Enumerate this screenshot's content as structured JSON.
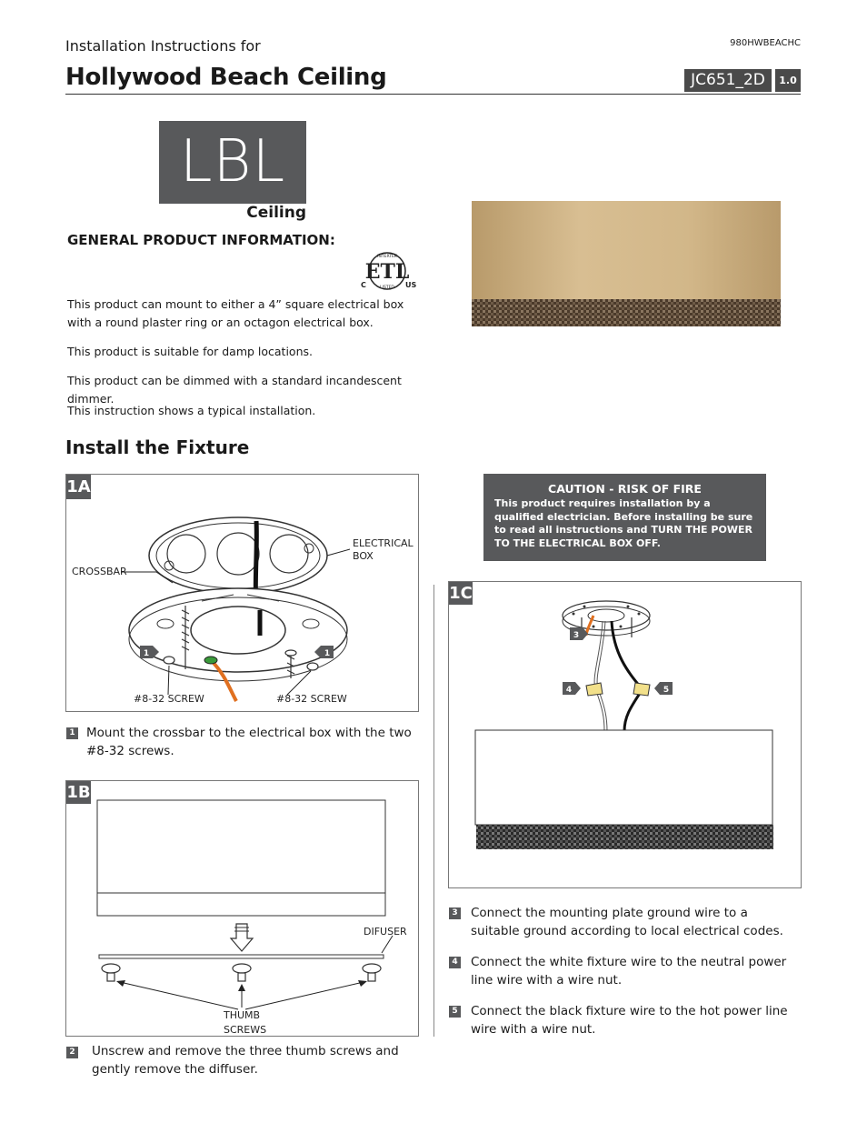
{
  "header": {
    "subtitle": "Installation Instructions for",
    "doc_id": "980HWBEACHC",
    "title": "Hollywood Beach Ceiling",
    "model": "JC651_2D",
    "version": "1.0"
  },
  "logo": {
    "text": "LBL",
    "sub": "Ceiling"
  },
  "general": {
    "heading": "GENERAL PRODUCT INFORMATION:",
    "etl_mark": {
      "top": "INTERTEK",
      "bottom": "LISTED",
      "left": "C",
      "right": "US"
    },
    "paragraphs": [
      "This product can mount to either a 4” square electrical box with a round plaster ring or an octagon electrical box.",
      "This product is suitable for damp locations.",
      "This product can be dimmed with a standard incandescent dimmer.",
      "This instruction shows a typical installation."
    ]
  },
  "section_title": "Install the Fixture",
  "caution": {
    "heading": "CAUTION - RISK OF FIRE",
    "body_part1": "This product requires installation by a qualified electrician. Before installing be sure to read all instructions and",
    "body_part2": "TURN THE POWER TO THE ELECTRICAL BOX OFF."
  },
  "panel_1a": {
    "badge": "1A",
    "labels": {
      "electrical_box_1": "ELECTRICAL",
      "electrical_box_2": "BOX",
      "crossbar": "CROSSBAR",
      "screw_left": "#8-32 SCREW",
      "screw_right": "#8-32 SCREW",
      "callout": "1"
    }
  },
  "panel_1b": {
    "badge": "1B",
    "labels": {
      "diffuser": "DIFUSER",
      "thumb_1": "THUMB",
      "thumb_2": "SCREWS"
    }
  },
  "panel_1c": {
    "badge": "1C",
    "callouts": [
      "3",
      "4",
      "5"
    ]
  },
  "steps": {
    "s1": {
      "num": "1",
      "text": "Mount the crossbar to the electrical box with the two #8-32 screws."
    },
    "s2": {
      "num": "2",
      "text": "Unscrew and remove the three thumb screws and gently remove the diffuser."
    },
    "s3": {
      "num": "3",
      "text": "Connect the mounting plate ground wire to a suitable ground according to local electrical codes."
    },
    "s4": {
      "num": "4",
      "text": "Connect the white fixture wire to the neutral power line wire with a wire nut."
    },
    "s5": {
      "num": "5",
      "text": "Connect the black fixture wire to the hot power line wire with a wire nut."
    }
  },
  "colors": {
    "badge": "#58595b",
    "shade": "#c9ad7e",
    "fringe": "#5a4632"
  }
}
